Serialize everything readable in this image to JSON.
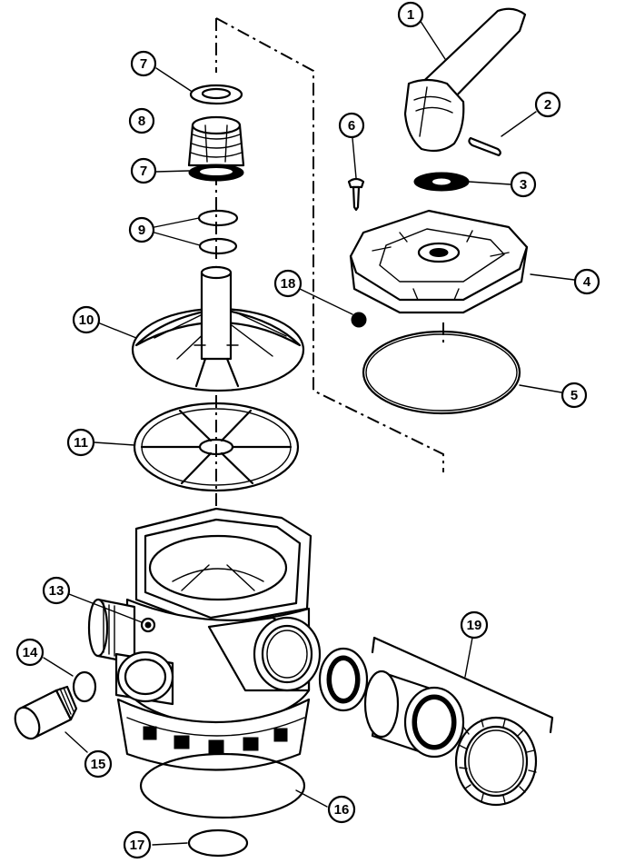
{
  "diagram": {
    "callouts": [
      {
        "id": "c1",
        "label": "1"
      },
      {
        "id": "c2",
        "label": "2"
      },
      {
        "id": "c3",
        "label": "3"
      },
      {
        "id": "c4",
        "label": "4"
      },
      {
        "id": "c5",
        "label": "5"
      },
      {
        "id": "c6",
        "label": "6"
      },
      {
        "id": "c7a",
        "label": "7"
      },
      {
        "id": "c7b",
        "label": "7"
      },
      {
        "id": "c8",
        "label": "8"
      },
      {
        "id": "c9",
        "label": "9"
      },
      {
        "id": "c10",
        "label": "10"
      },
      {
        "id": "c11",
        "label": "11"
      },
      {
        "id": "c13",
        "label": "13"
      },
      {
        "id": "c14",
        "label": "14"
      },
      {
        "id": "c15",
        "label": "15"
      },
      {
        "id": "c16",
        "label": "16"
      },
      {
        "id": "c17",
        "label": "17"
      },
      {
        "id": "c18",
        "label": "18"
      },
      {
        "id": "c19",
        "label": "19"
      }
    ]
  }
}
